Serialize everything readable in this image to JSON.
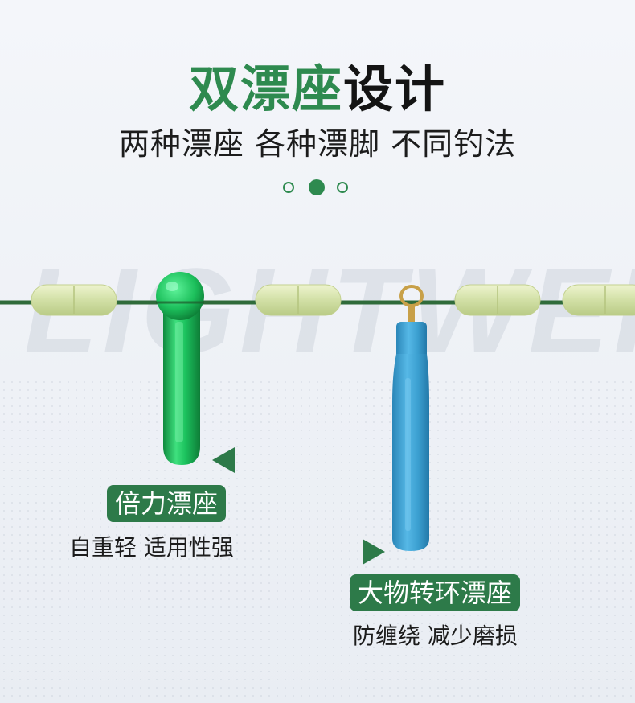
{
  "watermark": "LIGHTWEIG",
  "header": {
    "title_green": "双漂座",
    "title_dark": "设计",
    "subtitle": "两种漂座 各种漂脚 不同钓法"
  },
  "pagination": {
    "count": 3,
    "active_index": 1
  },
  "products": [
    {
      "name": "倍力漂座",
      "description": "自重轻 适用性强"
    },
    {
      "name": "大物转环漂座",
      "description": "防缠绕 减少磨损"
    }
  ],
  "colors": {
    "accent_green": "#2e8a4f",
    "label_bg": "#2d7a49",
    "line": "#2f6b3a",
    "bead": "#d2e0a6",
    "green_float": "#1fb85a",
    "blue_float": "#3c9fd0",
    "swivel": "#c8a048"
  }
}
